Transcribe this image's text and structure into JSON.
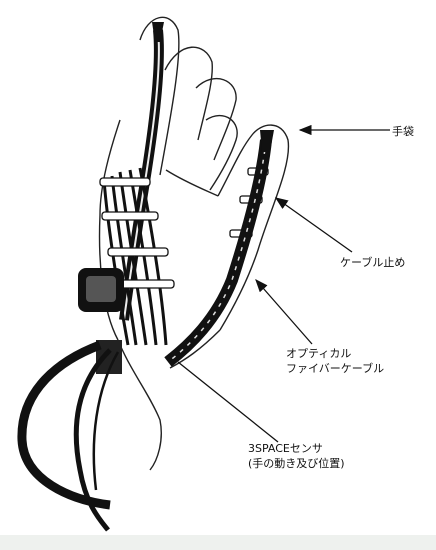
{
  "figure": {
    "illustration": "glove-with-fiber-optic-cables"
  },
  "labels": {
    "glove": "手袋",
    "cable_stop": "ケーブル止め",
    "fiber_line1": "オプティカル",
    "fiber_line2": "ファイバーケーブル",
    "sensor_line1": "3SPACEセンサ",
    "sensor_line2": "(手の動き及び位置)"
  },
  "colors": {
    "ink": "#111111",
    "paper": "#ffffff",
    "strip": "#eef1ee"
  }
}
